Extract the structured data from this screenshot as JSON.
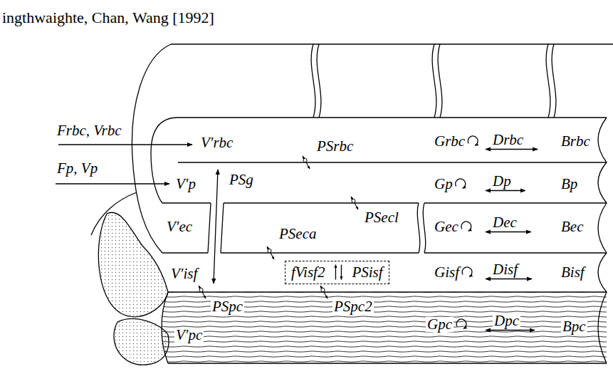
{
  "diagram": {
    "title": "ingthwaighte, Chan, Wang [1992]",
    "nodes": [
      {
        "text": [
          "fVisf2",
          "PSisf"
        ]
      }
    ],
    "labels": [
      "Frbc, Vrbc",
      "Fp, Vp",
      "V′rbc",
      "PSrbc",
      "Grbc",
      "Drbc",
      "Brbc",
      "V′p",
      "PSg",
      "Gp",
      "Dp",
      "Bp",
      "V′ec",
      "PSeca",
      "PSecl",
      "Gec",
      "Dec",
      "Bec",
      "V′isf",
      "Gisf",
      "Disf",
      "Bisf",
      "PSpc",
      "PSpc2",
      "Gpc",
      "Dpc",
      "Bpc",
      "V′pc"
    ]
  }
}
